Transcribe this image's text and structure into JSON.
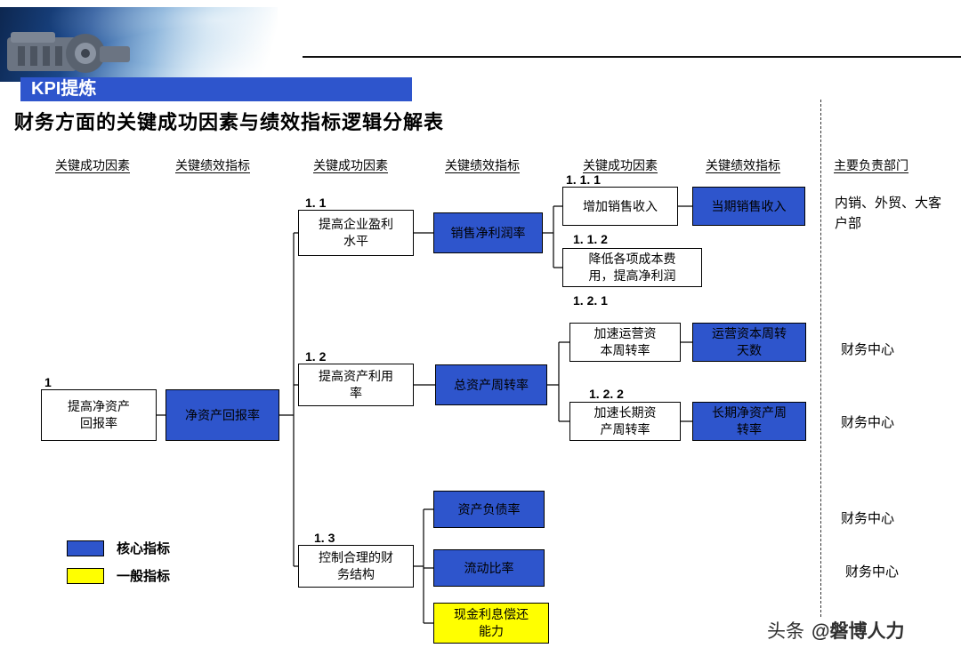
{
  "banner": {
    "label": "KPI提炼"
  },
  "title": "财务方面的关键成功因素与绩效指标逻辑分解表",
  "columns": [
    "关键成功因素",
    "关键绩效指标",
    "关键成功因素",
    "关键绩效指标",
    "关键成功因素",
    "关键绩效指标",
    "主要负责部门"
  ],
  "colors": {
    "core": "#2e55cc",
    "general": "#ffff00",
    "banner": "#2e55cc"
  },
  "nodes": {
    "csf1": {
      "num": "1",
      "label": "提高净资产\n回报率"
    },
    "kpi1": {
      "label": "净资产回报率"
    },
    "csf11": {
      "num": "1. 1",
      "label": "提高企业盈利\n水平"
    },
    "kpi11": {
      "label": "销售净利润率"
    },
    "csf111": {
      "num": "1. 1. 1",
      "label": "增加销售收入"
    },
    "kpi111": {
      "label": "当期销售收入"
    },
    "csf112": {
      "num": "1. 1. 2",
      "label": "降低各项成本费\n用，提高净利润"
    },
    "csf12": {
      "num": "1. 2",
      "label": "提高资产利用\n率"
    },
    "kpi12": {
      "label": "总资产周转率"
    },
    "csf121": {
      "num": "1. 2. 1",
      "label": "加速运营资\n本周转率"
    },
    "kpi121": {
      "label": "运营资本周转\n天数"
    },
    "csf122": {
      "num": "1. 2. 2",
      "label": "加速长期资\n产周转率"
    },
    "kpi122": {
      "label": "长期净资产周\n转率"
    },
    "csf13": {
      "num": "1. 3",
      "label": "控制合理的财\n务结构"
    },
    "kpi13a": {
      "label": "资产负债率"
    },
    "kpi13b": {
      "label": "流动比率"
    },
    "kpi13c": {
      "label": "现金利息偿还\n能力"
    }
  },
  "departments": [
    "内销、外贸、大客\n户部",
    "财务中心",
    "财务中心",
    "财务中心",
    "财务中心"
  ],
  "legend": [
    {
      "label": "核心指标",
      "color": "#2e55cc"
    },
    {
      "label": "一般指标",
      "color": "#ffff00"
    }
  ],
  "watermark": {
    "prefix": "头条",
    "handle": "@磐博人力"
  }
}
